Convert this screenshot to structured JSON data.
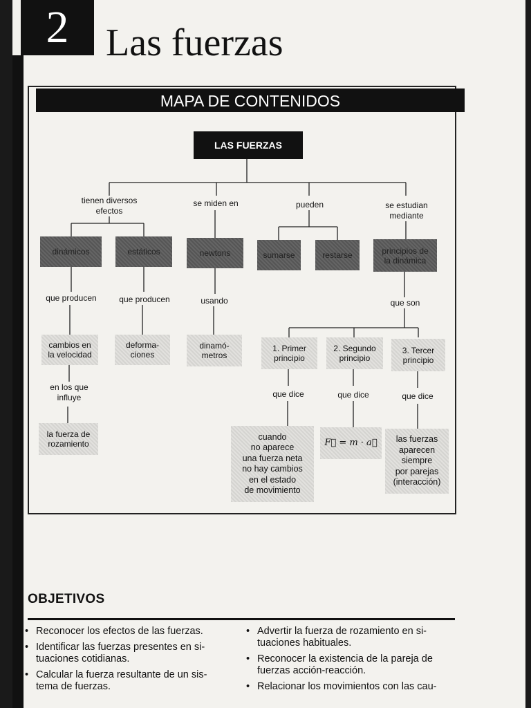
{
  "chapter": {
    "number": "2",
    "title": "Las fuerzas"
  },
  "map": {
    "header": "MAPA DE CONTENIDOS",
    "root": "LAS FUERZAS",
    "branches": [
      "tienen diversos\nefectos",
      "se miden en",
      "pueden",
      "se estudian\nmediante"
    ],
    "effects": {
      "dinamicos": "dinámicos",
      "estaticos": "estáticos"
    },
    "unit": "newtons",
    "actions": {
      "sumarse": "sumarse",
      "restarse": "restarse"
    },
    "principios": "principios de\nla dinámica",
    "connectors": {
      "producen_1": "que producen",
      "producen_2": "que producen",
      "usando": "usando",
      "que_son": "que son",
      "en_los_que": "en los que\ninfluye",
      "dice_1": "que dice",
      "dice_2": "que dice",
      "dice_3": "que dice"
    },
    "results": {
      "cambios": "cambios en\nla velocidad",
      "deformaciones": "deforma-\nciones",
      "dinamometros": "dinamó-\nmetros",
      "rozamiento": "la fuerza de\nrozamiento"
    },
    "laws": {
      "primer": "1. Primer\nprincipio",
      "segundo": "2. Segundo\nprincipio",
      "tercer": "3. Tercer\nprincipio"
    },
    "statements": {
      "primer": "cuando\nno aparece\nuna fuerza neta\nno hay cambios\nen el estado\nde movimiento",
      "segundo": "F⃗ = m · a⃗",
      "tercer": "las fuerzas\naparecen\nsiempre\npor parejas\n(interacción)"
    }
  },
  "objetivos": {
    "heading": "OBJETIVOS",
    "left": [
      "Reconocer los efectos de las fuerzas.",
      "Identificar las fuerzas presentes en si-\ntuaciones cotidianas.",
      "Calcular la fuerza resultante de un sis-\ntema de fuerzas."
    ],
    "right": [
      "Advertir la fuerza de rozamiento en si-\ntuaciones habituales.",
      "Reconocer la existencia de la pareja de\nfuerzas acción-reacción.",
      "Relacionar los movimientos con las cau-"
    ]
  }
}
